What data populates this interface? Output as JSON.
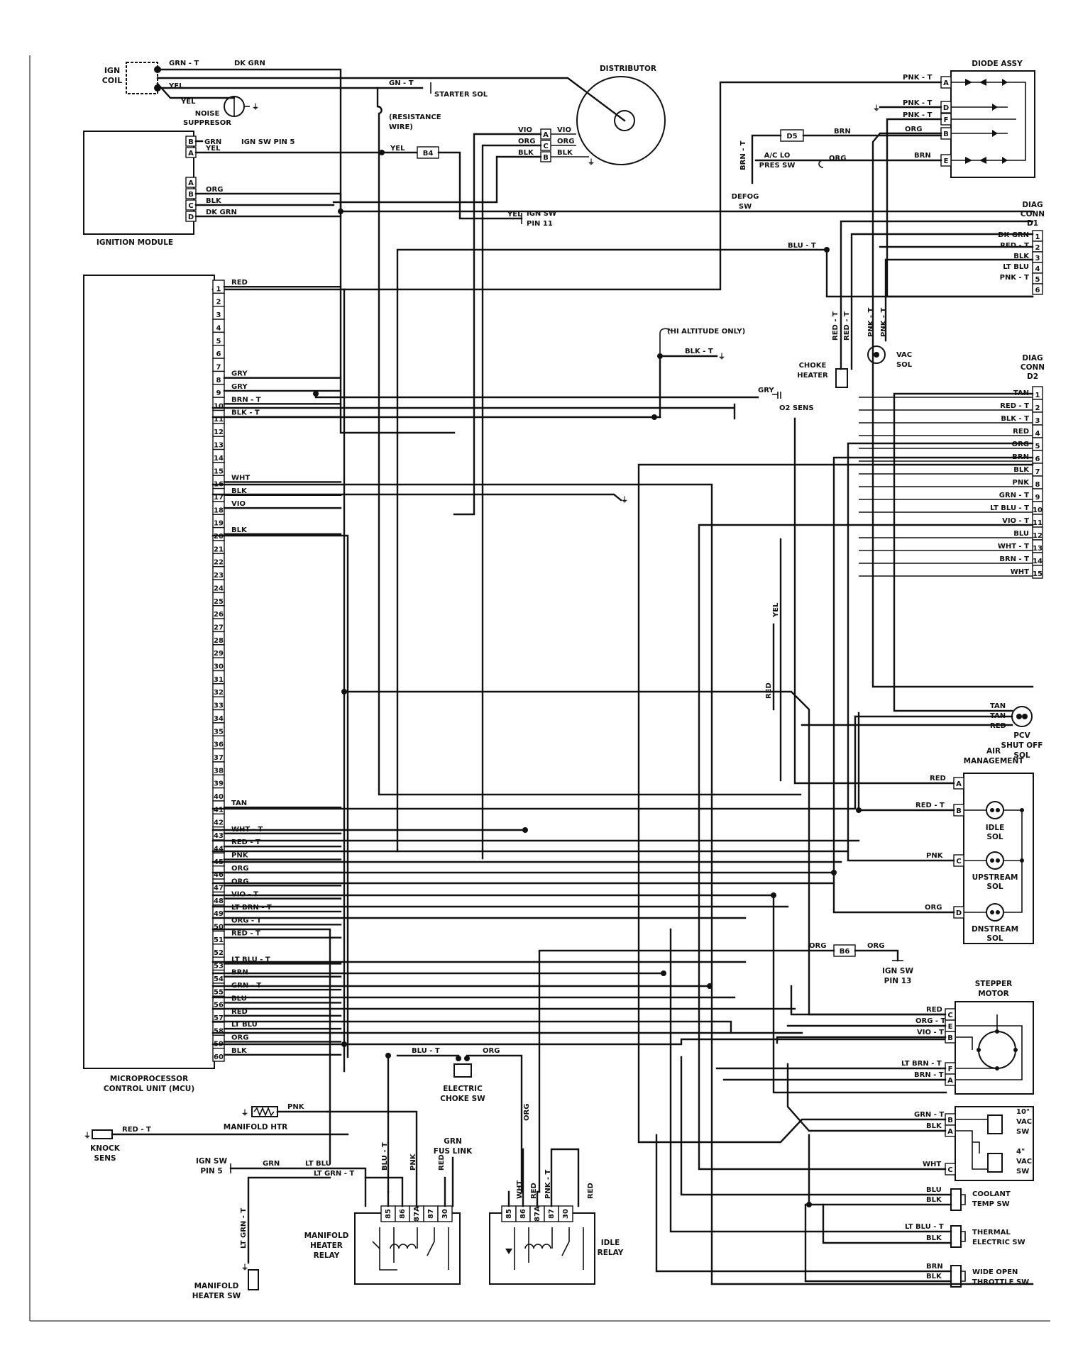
{
  "components": {
    "ign_coil": [
      "IGN",
      "COIL"
    ],
    "noise_suppressor": [
      "NOISE",
      "SUPPRESOR"
    ],
    "ignition_module": "IGNITION MODULE",
    "distributor": "DISTRIBUTOR",
    "diode_assy": "DIODE ASSY",
    "diag_d1": [
      "DIAG",
      "CONN",
      "D1"
    ],
    "diag_d2": [
      "DIAG",
      "CONN",
      "D2"
    ],
    "mcu": [
      "MICROPROCESSOR",
      "CONTROL UNIT (MCU)"
    ],
    "starter_sol": "STARTER SOL",
    "resistance_wire": [
      "(RESISTANCE",
      "WIRE)"
    ],
    "ign_sw_pin5_top": "IGN SW PIN 5",
    "ign_sw_pin11": [
      "IGN SW",
      "PIN 11"
    ],
    "ac_lo_pres_sw": [
      "A/C LO",
      "PRES SW"
    ],
    "defog_sw": [
      "DEFOG",
      "SW"
    ],
    "hi_altitude": "(HI ALTITUDE ONLY)",
    "choke_heater": [
      "CHOKE",
      "HEATER"
    ],
    "vac_sol": [
      "VAC",
      "SOL"
    ],
    "o2_sens": "O2 SENS",
    "pcv": [
      "PCV",
      "SHUT OFF",
      "SOL"
    ],
    "air_management": [
      "AIR",
      "MANAGEMENT"
    ],
    "idle_sol": [
      "IDLE",
      "SOL"
    ],
    "upstream_sol": [
      "UPSTREAM",
      "SOL"
    ],
    "dnstream_sol": [
      "DNSTREAM",
      "SOL"
    ],
    "ign_sw_pin13": [
      "IGN SW",
      "PIN 13"
    ],
    "stepper_motor": [
      "STEPPER",
      "MOTOR"
    ],
    "vac_sw_10": [
      "10\"",
      "VAC",
      "SW"
    ],
    "vac_sw_4": [
      "4\"",
      "VAC",
      "SW"
    ],
    "coolant_temp_sw": [
      "COOLANT",
      "TEMP SW"
    ],
    "thermal_electric_sw": [
      "THERMAL",
      "ELECTRIC SW"
    ],
    "wot_sw": [
      "WIDE OPEN",
      "THROTTLE SW"
    ],
    "electric_choke_sw": [
      "ELECTRIC",
      "CHOKE SW"
    ],
    "manifold_htr": "MANIFOLD HTR",
    "knock_sens": [
      "KNOCK",
      "SENS"
    ],
    "ign_sw_pin5_bottom": [
      "IGN SW",
      "PIN 5"
    ],
    "grn_fus_link": [
      "GRN",
      "FUS LINK"
    ],
    "manifold_heater_sw": [
      "MANIFOLD",
      "HEATER SW"
    ],
    "manifold_heater_relay": [
      "MANIFOLD",
      "HEATER",
      "RELAY"
    ],
    "idle_relay": [
      "IDLE",
      "RELAY"
    ]
  },
  "splices": {
    "b4": "B4",
    "d5": "D5",
    "b6": "B6"
  },
  "relay_pins": [
    "85",
    "86",
    "87A",
    "87",
    "30"
  ],
  "connector_pins": {
    "ign_module_top": [
      "B",
      "A"
    ],
    "ign_module_bottom": [
      "A",
      "B",
      "C",
      "D"
    ],
    "distributor": [
      "A",
      "C",
      "B"
    ],
    "diode_assy": [
      "A",
      "D",
      "F",
      "B",
      "E"
    ],
    "diag_d1": [
      "1",
      "2",
      "3",
      "4",
      "5",
      "6"
    ],
    "diag_d2": [
      "1",
      "2",
      "3",
      "4",
      "5",
      "6",
      "7",
      "8",
      "9",
      "10",
      "11",
      "12",
      "13",
      "14",
      "15"
    ],
    "air_management": [
      "A",
      "B",
      "C",
      "D"
    ],
    "stepper_motor": [
      "C",
      "E",
      "B",
      "F",
      "A"
    ],
    "vac_sw": [
      "B",
      "A",
      "C"
    ]
  },
  "mcu_pins": [
    "1",
    "2",
    "3",
    "4",
    "5",
    "6",
    "7",
    "8",
    "9",
    "10",
    "11",
    "12",
    "13",
    "14",
    "15",
    "16",
    "17",
    "18",
    "19",
    "20",
    "21",
    "22",
    "23",
    "24",
    "25",
    "26",
    "27",
    "28",
    "29",
    "30",
    "31",
    "32",
    "33",
    "34",
    "35",
    "36",
    "37",
    "38",
    "39",
    "40",
    "41",
    "42",
    "43",
    "44",
    "45",
    "46",
    "47",
    "48",
    "49",
    "50",
    "51",
    "52",
    "53",
    "54",
    "55",
    "56",
    "57",
    "58",
    "59",
    "60"
  ],
  "mcu_wires": [
    {
      "pin": 1,
      "label": "RED"
    },
    {
      "pin": 8,
      "label": "GRY"
    },
    {
      "pin": 9,
      "label": "GRY"
    },
    {
      "pin": 10,
      "label": "BRN - T"
    },
    {
      "pin": 11,
      "label": "BLK - T"
    },
    {
      "pin": 16,
      "label": "WHT"
    },
    {
      "pin": 17,
      "label": "BLK"
    },
    {
      "pin": 18,
      "label": "VIO"
    },
    {
      "pin": 20,
      "label": "BLK"
    },
    {
      "pin": 41,
      "label": "TAN"
    },
    {
      "pin": 43,
      "label": "WHT - T"
    },
    {
      "pin": 44,
      "label": "RED - T"
    },
    {
      "pin": 45,
      "label": "PNK"
    },
    {
      "pin": 46,
      "label": "ORG"
    },
    {
      "pin": 47,
      "label": "ORG"
    },
    {
      "pin": 48,
      "label": "VIO - T"
    },
    {
      "pin": 49,
      "label": "LT BRN - T"
    },
    {
      "pin": 50,
      "label": "ORG - T"
    },
    {
      "pin": 51,
      "label": "RED - T"
    },
    {
      "pin": 53,
      "label": "LT BLU - T"
    },
    {
      "pin": 54,
      "label": "BRN"
    },
    {
      "pin": 55,
      "label": "GRN - T"
    },
    {
      "pin": 56,
      "label": "BLU"
    },
    {
      "pin": 57,
      "label": "RED"
    },
    {
      "pin": 58,
      "label": "LT BLU"
    },
    {
      "pin": 59,
      "label": "ORG"
    },
    {
      "pin": 60,
      "label": "BLK"
    }
  ],
  "d1_wires": [
    "DK GRN",
    "RED - T",
    "BLK",
    "LT BLU",
    "PNK - T"
  ],
  "d2_wires": [
    "TAN",
    "RED - T",
    "BLK - T",
    "RED",
    "ORG",
    "BRN",
    "BLK",
    "PNK",
    "GRN - T",
    "LT BLU - T",
    "VIO - T",
    "BLU",
    "WHT - T",
    "BRN - T",
    "WHT"
  ],
  "diode_wires": [
    "PNK - T",
    "PNK - T",
    "PNK - T",
    "ORG",
    "BRN"
  ],
  "wire_labels": {
    "coil_grn_t": "GRN - T",
    "coil_dk_grn": "DK GRN",
    "coil_yel1": "YEL",
    "coil_yel2": "YEL",
    "gn_t": "GN - T",
    "mod_grn": "GRN",
    "mod_yel": "YEL",
    "mod_org": "ORG",
    "mod_blk": "BLK",
    "mod_dk_grn": "DK GRN",
    "yel_b4": "YEL",
    "yel_pin11": "YEL",
    "dist_vio": "VIO",
    "dist_org": "ORG",
    "dist_blk": "BLK",
    "dist_vio_r": "VIO",
    "dist_org_r": "ORG",
    "dist_blk_r": "BLK",
    "brn_t_defog": "BRN - T",
    "d5_brn": "BRN",
    "ac_org": "ORG",
    "blu_t_top": "BLU - T",
    "hi_blk_t": "BLK - T",
    "choke_red_t1": "RED - T",
    "choke_red_t2": "RED - T",
    "vac_pnk_t1": "PNK - T",
    "vac_pnk_t2": "PNK - T",
    "o2_gry": "GRY",
    "yel_vertical": "YEL",
    "red_vertical": "RED",
    "pcv_tan1": "TAN",
    "pcv_tan2": "TAN",
    "pcv_red": "RED",
    "am_red": "RED",
    "am_red_t": "RED - T",
    "am_pnk": "PNK",
    "am_org": "ORG",
    "b6_org1": "ORG",
    "b6_org2": "ORG",
    "sm_red": "RED",
    "sm_org_t": "ORG - T",
    "sm_vio_t": "VIO - T",
    "sm_lt_brn_t": "LT BRN - T",
    "sm_brn_t": "BRN - T",
    "vac_grn_t": "GRN - T",
    "vac_blk": "BLK",
    "vac_wht": "WHT",
    "ct_blu": "BLU",
    "ct_blk": "BLK",
    "te_lt_blu_t": "LT BLU - T",
    "te_blk": "BLK",
    "wot_brn": "BRN",
    "wot_blk": "BLK",
    "ec_blu_t": "BLU - T",
    "ec_org": "ORG",
    "ec_org_v": "ORG",
    "mh_pnk": "PNK",
    "ks_red_t": "RED - T",
    "ign5_grn": "GRN",
    "ign5_lt_blu": "LT BLU",
    "lt_grn_t": "LT GRN - T",
    "lt_grn_t_v": "LT GRN - T",
    "r1_blu_t": "BLU - T",
    "r1_pnk": "PNK",
    "r1_red": "RED",
    "r2_wht": "WHT",
    "r2_red": "RED",
    "r2_pnk_t": "PNK - T",
    "r2_red2": "RED"
  }
}
